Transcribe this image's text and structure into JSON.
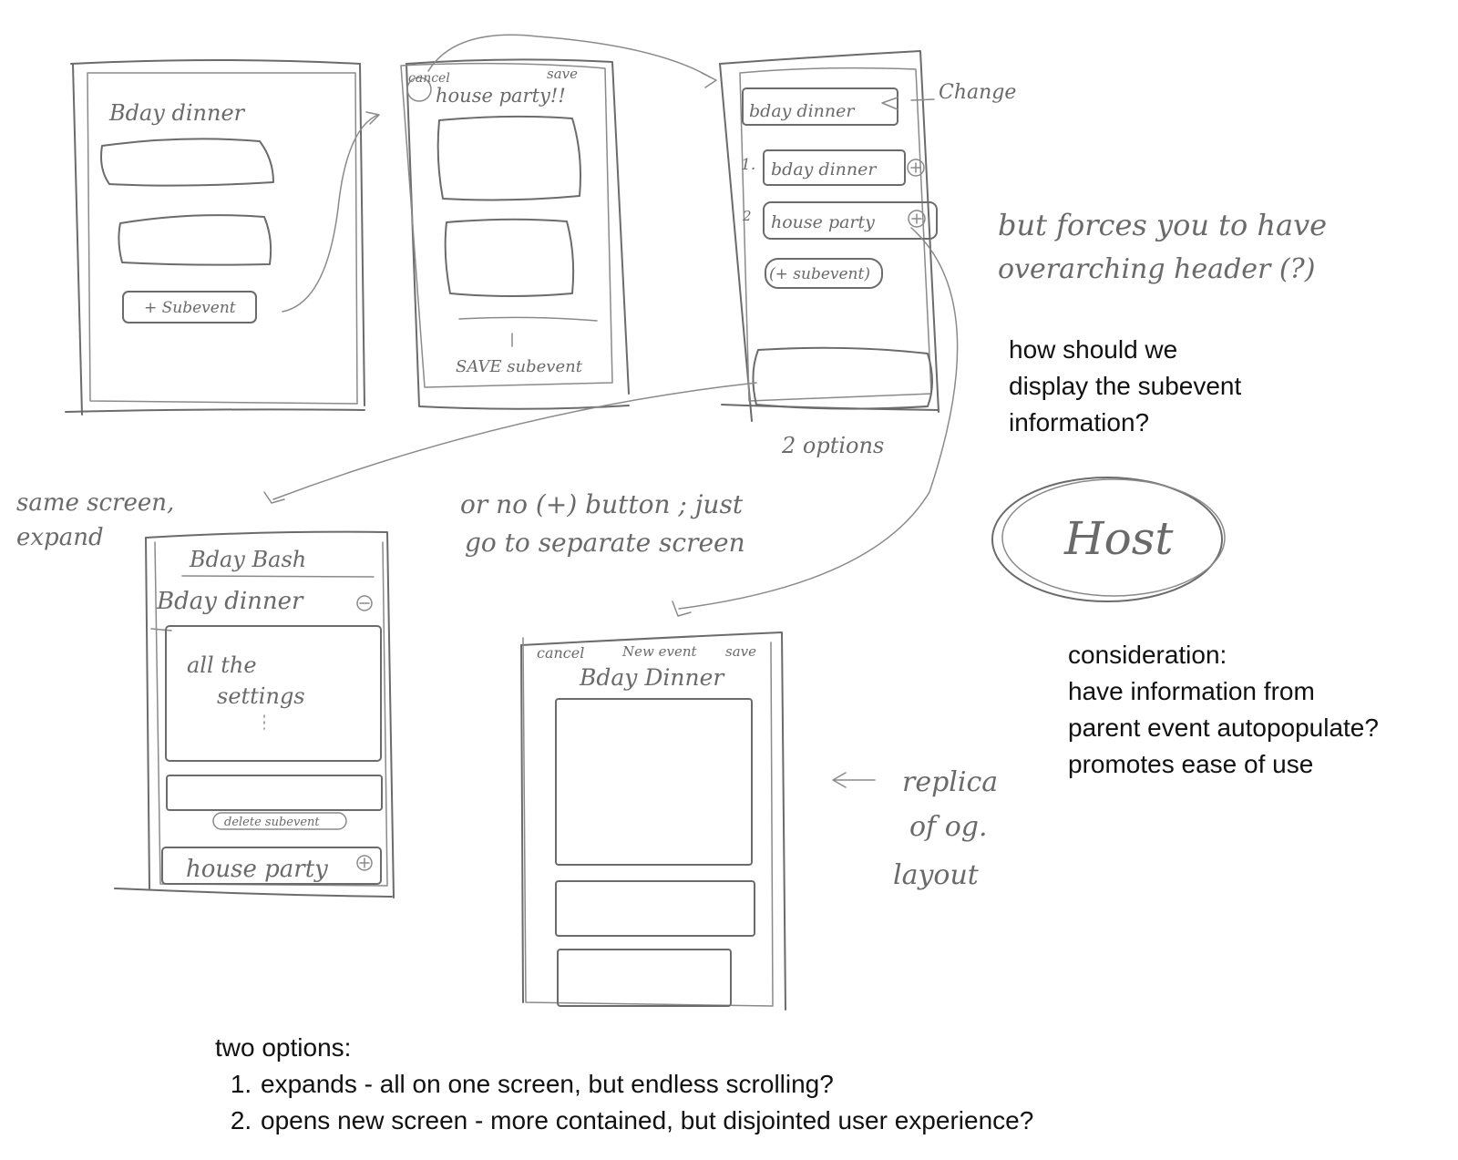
{
  "sketch_labels": {
    "screen1": {
      "title": "Bday dinner",
      "button": "+ Subevent"
    },
    "screen2": {
      "cancel": "cancel",
      "save": "save",
      "title": "house party!!",
      "save_subevent": "SAVE subevent"
    },
    "screen3": {
      "header_field": "bday dinner",
      "change_note": "Change",
      "item1_num": "1.",
      "item1": "bday dinner",
      "item2_num": "2",
      "item2": "house party",
      "add_button": "(+ subevent)"
    },
    "note_header": "but forces you to have overarching header (?)",
    "two_options_note": "2 options",
    "option_a": "same screen, expand",
    "option_b": "or no (+) button ; just go to separate screen",
    "screen4": {
      "title": "Bday Bash",
      "subevent": "Bday dinner",
      "settings": "all the settings",
      "delete": "delete subevent",
      "collapsed": "house party"
    },
    "screen5": {
      "cancel": "cancel",
      "mid": "New event",
      "save": "save",
      "title": "Bday Dinner"
    },
    "replica_note": "replica of og. layout",
    "host": "Host"
  },
  "typed_notes": {
    "display_question": [
      "how should we",
      "display the subevent",
      "information?"
    ],
    "consideration": [
      "consideration:",
      "have information from",
      "parent event autopopulate?",
      "promotes ease of use"
    ],
    "two_options_title": "two options:",
    "two_options_items": [
      "expands - all on one screen, but endless scrolling?",
      "opens new screen - more contained, but disjointed user experience?"
    ]
  }
}
